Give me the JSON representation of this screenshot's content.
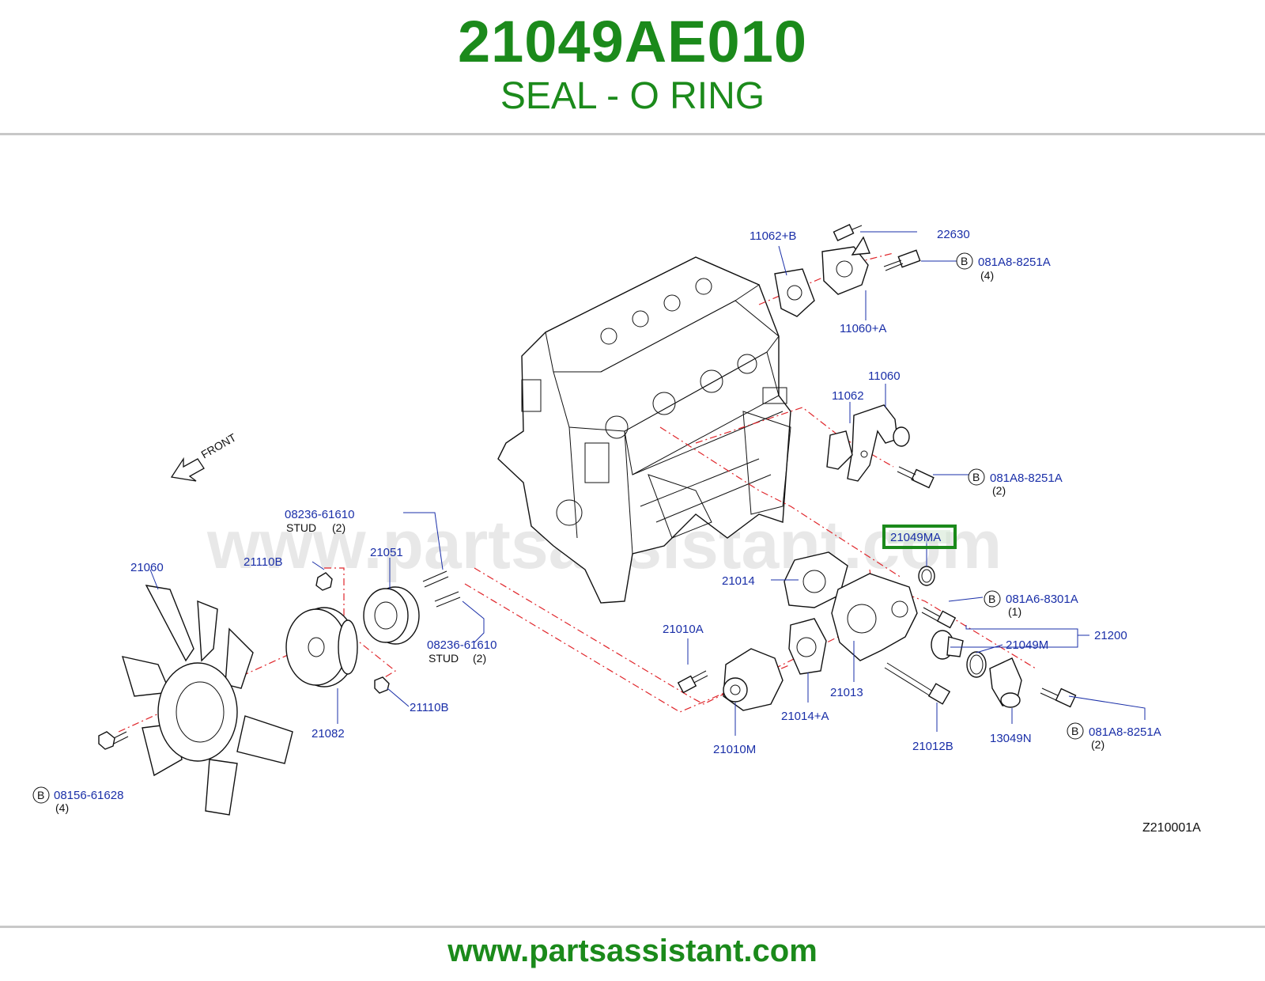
{
  "header": {
    "part_number": "21049AE010",
    "description": "SEAL - O RING"
  },
  "footer": {
    "url": "www.partsassistant.com"
  },
  "watermark": "www.partsassistant.com",
  "diagram": {
    "front_label": "FRONT",
    "figure_code": "Z210001A",
    "highlight_color": "#1b8a1b",
    "label_color": "#1a2fa8",
    "callouts": {
      "c22630": "22630",
      "c11062b": "11062+B",
      "c081a8_top": "081A8-8251A",
      "c081a8_top_qty": "(4)",
      "c11060a": "11060+A",
      "c11060": "11060",
      "c11062": "11062",
      "c081a8_mid": "081A8-8251A",
      "c081a8_mid_qty": "(2)",
      "c21049ma": "21049MA",
      "c21014": "21014",
      "c081a6": "081A6-8301A",
      "c081a6_qty": "(1)",
      "c21200": "21200",
      "c21049m": "21049M",
      "c21010a": "21010A",
      "c21013": "21013",
      "c21014a": "21014+A",
      "c21010m": "21010M",
      "c21012b": "21012B",
      "c13049n": "13049N",
      "c081a8_bot": "081A8-8251A",
      "c081a8_bot_qty": "(2)",
      "c08236_top": "08236-61610",
      "stud_top": "STUD",
      "stud_top_qty": "(2)",
      "c21110b_top": "21110B",
      "c21051": "21051",
      "c08236_bot": "08236-61610",
      "stud_bot": "STUD",
      "stud_bot_qty": "(2)",
      "c21060": "21060",
      "c21082": "21082",
      "c21110b_bot": "21110B",
      "c08156": "08156-61628",
      "c08156_qty": "(4)",
      "bolt_marker": "B"
    }
  }
}
